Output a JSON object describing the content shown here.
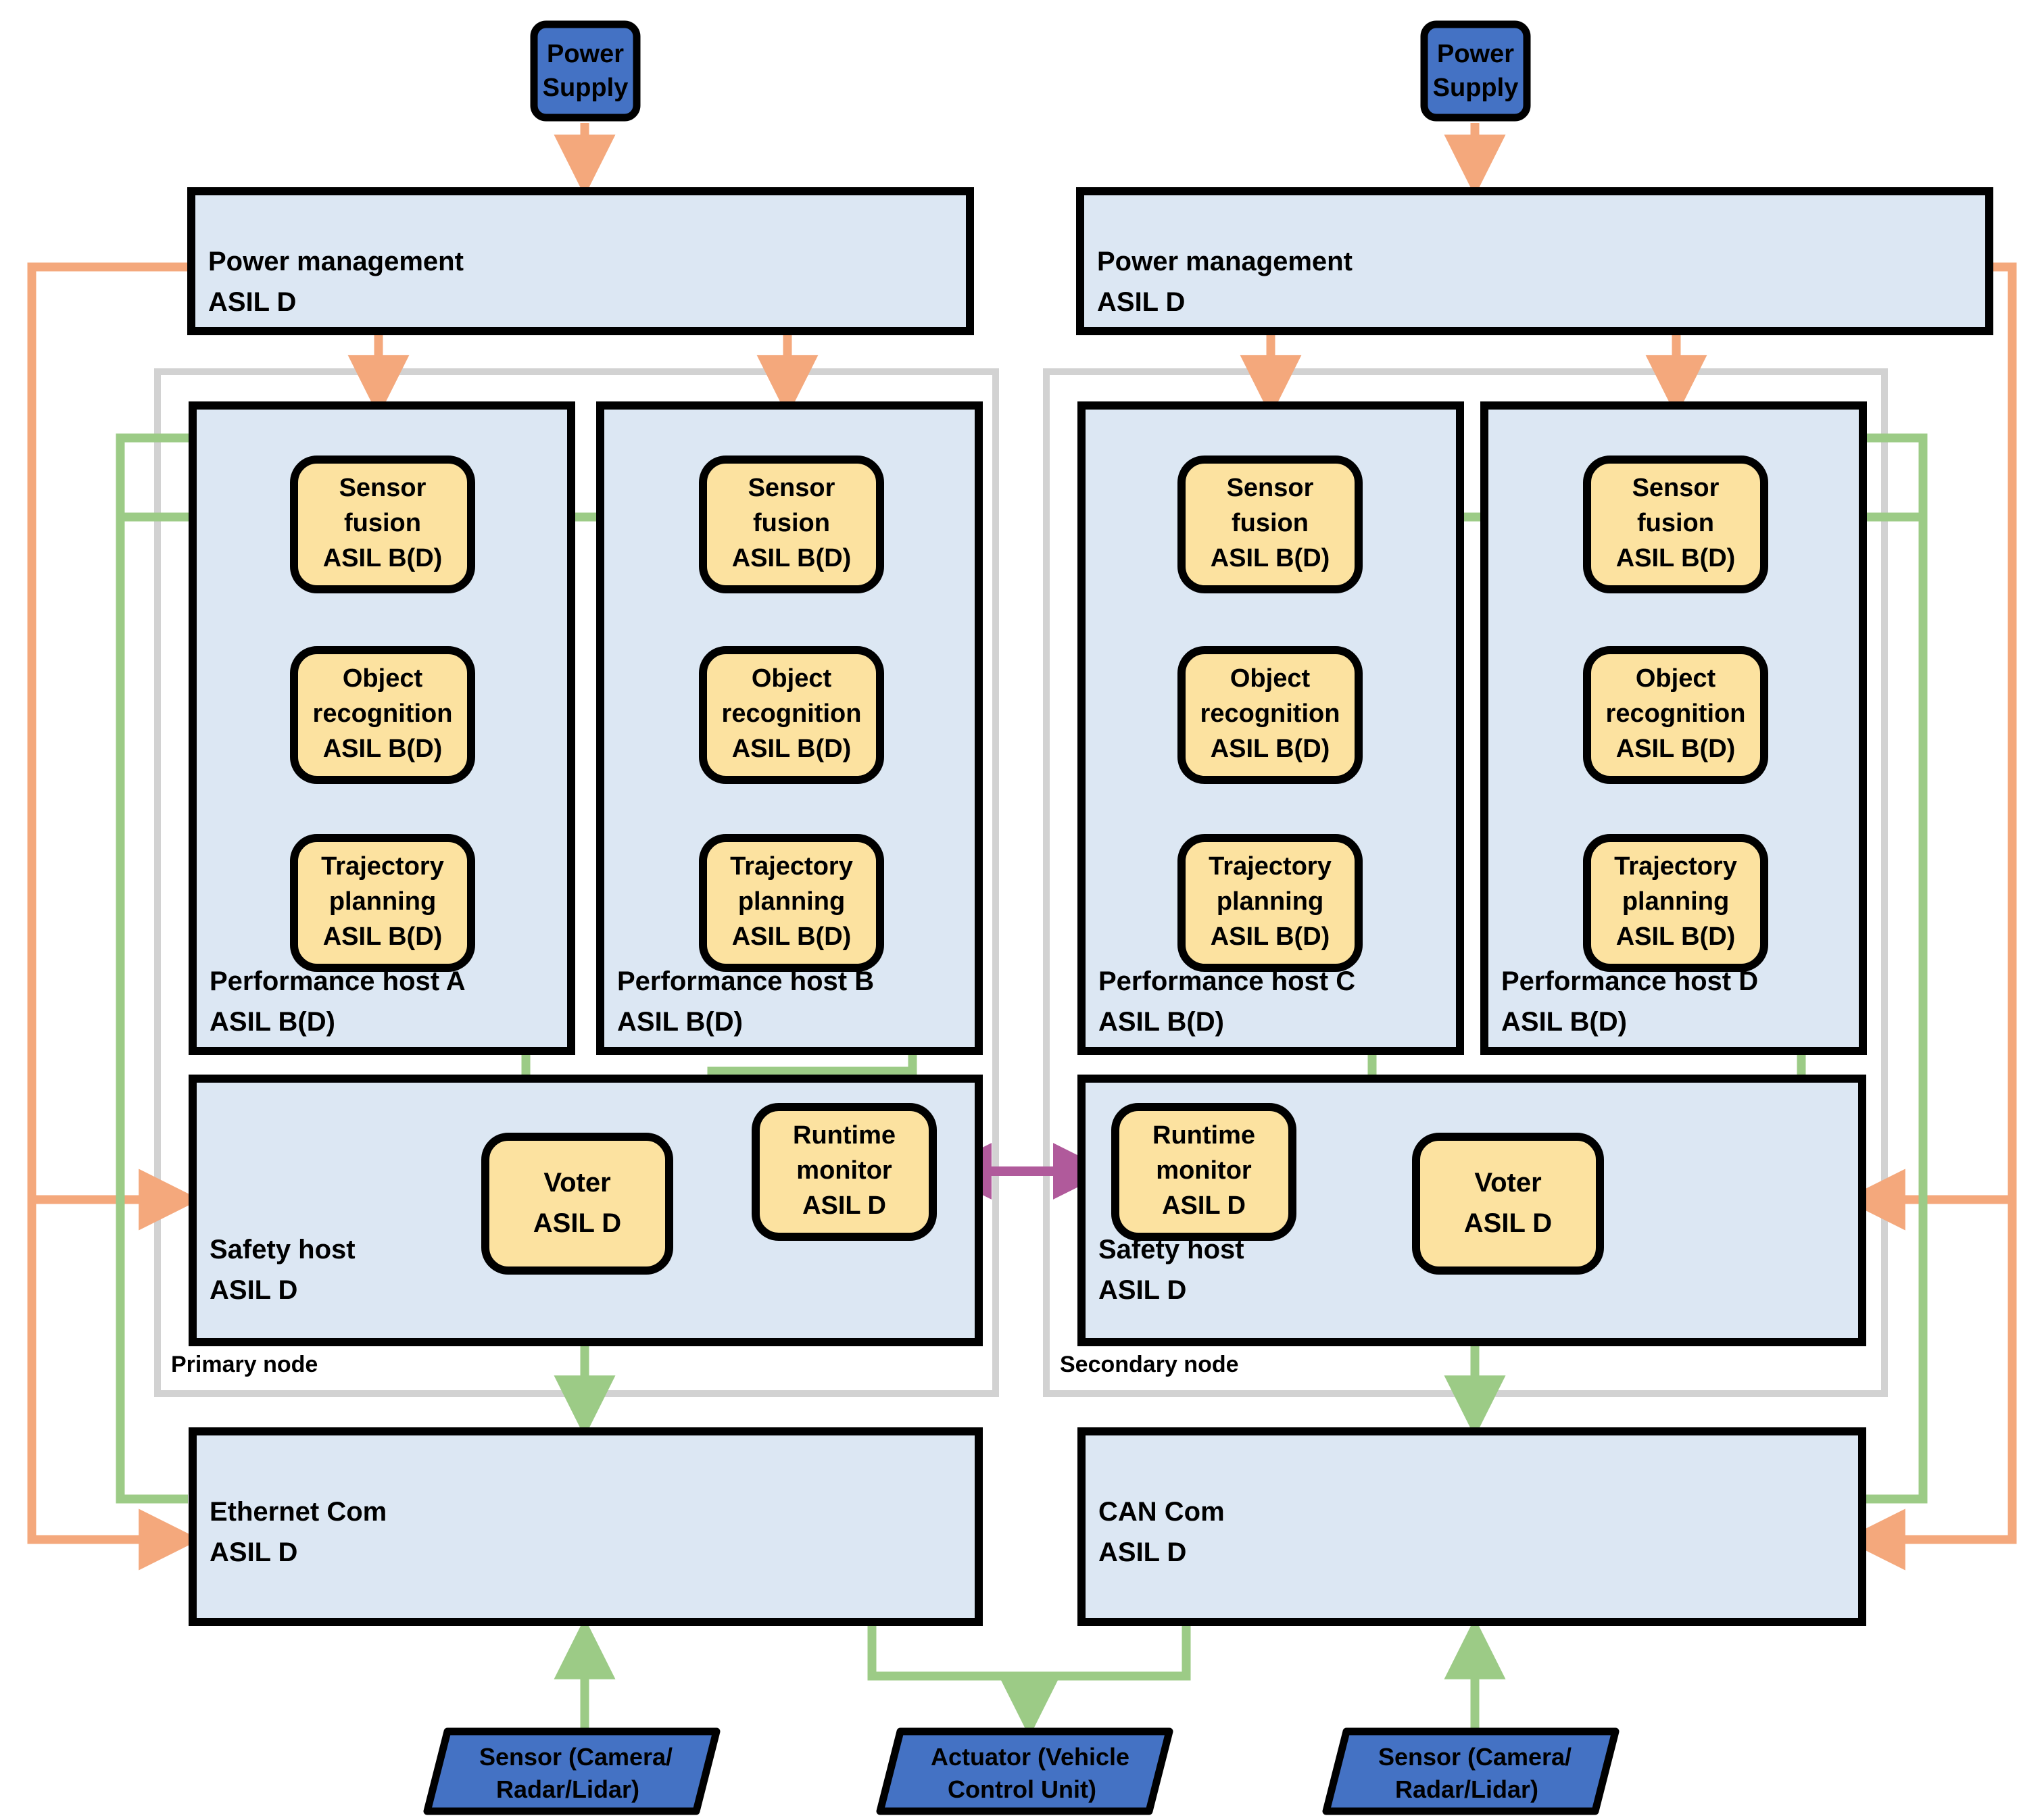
{
  "diagram": {
    "title": "Redundant dual-node automated driving E/E architecture with ASIL decomposition",
    "colors": {
      "box_fill": "#DCE7F3",
      "box_stroke": "#000000",
      "task_fill": "#FCE2A0",
      "task_stroke": "#000000",
      "external_fill": "#4472C4",
      "external_stroke": "#000000",
      "node_container_stroke": "#D0D0D0",
      "power_arrow": "#F4A87C",
      "data_arrow": "#9CCB86",
      "monitor_arrow": "#B05A9B",
      "background": "#FFFFFF"
    },
    "power_supplies": [
      {
        "id": "ps-left",
        "label_line1": "Power",
        "label_line2": "Supply"
      },
      {
        "id": "ps-right",
        "label_line1": "Power",
        "label_line2": "Supply"
      }
    ],
    "power_management": [
      {
        "id": "pm-left",
        "label_line1": "Power management",
        "label_line2": "ASIL D"
      },
      {
        "id": "pm-right",
        "label_line1": "Power management",
        "label_line2": "ASIL D"
      }
    ],
    "nodes": [
      {
        "id": "primary-node",
        "label": "Primary node"
      },
      {
        "id": "secondary-node",
        "label": "Secondary node"
      }
    ],
    "performance_hosts": [
      {
        "id": "perf-host-a",
        "label_line1": "Performance host A",
        "label_line2": "ASIL B(D)",
        "tasks": [
          {
            "id": "sensor-fusion-a",
            "line1": "Sensor",
            "line2": "fusion",
            "line3": "ASIL B(D)"
          },
          {
            "id": "object-recognition-a",
            "line1": "Object",
            "line2": "recognition",
            "line3": "ASIL B(D)"
          },
          {
            "id": "trajectory-planning-a",
            "line1": "Trajectory",
            "line2": "planning",
            "line3": "ASIL B(D)"
          }
        ]
      },
      {
        "id": "perf-host-b",
        "label_line1": "Performance host B",
        "label_line2": "ASIL B(D)",
        "tasks": [
          {
            "id": "sensor-fusion-b",
            "line1": "Sensor",
            "line2": "fusion",
            "line3": "ASIL B(D)"
          },
          {
            "id": "object-recognition-b",
            "line1": "Object",
            "line2": "recognition",
            "line3": "ASIL B(D)"
          },
          {
            "id": "trajectory-planning-b",
            "line1": "Trajectory",
            "line2": "planning",
            "line3": "ASIL B(D)"
          }
        ]
      },
      {
        "id": "perf-host-c",
        "label_line1": "Performance host C",
        "label_line2": "ASIL B(D)",
        "tasks": [
          {
            "id": "sensor-fusion-c",
            "line1": "Sensor",
            "line2": "fusion",
            "line3": "ASIL B(D)"
          },
          {
            "id": "object-recognition-c",
            "line1": "Object",
            "line2": "recognition",
            "line3": "ASIL B(D)"
          },
          {
            "id": "trajectory-planning-c",
            "line1": "Trajectory",
            "line2": "planning",
            "line3": "ASIL B(D)"
          }
        ]
      },
      {
        "id": "perf-host-d",
        "label_line1": "Performance host D",
        "label_line2": "ASIL B(D)",
        "tasks": [
          {
            "id": "sensor-fusion-d",
            "line1": "Sensor",
            "line2": "fusion",
            "line3": "ASIL B(D)"
          },
          {
            "id": "object-recognition-d",
            "line1": "Object",
            "line2": "recognition",
            "line3": "ASIL B(D)"
          },
          {
            "id": "trajectory-planning-d",
            "line1": "Trajectory",
            "line2": "planning",
            "line3": "ASIL B(D)"
          }
        ]
      }
    ],
    "safety_hosts": [
      {
        "id": "safety-host-primary",
        "label_line1": "Safety host",
        "label_line2": "ASIL D",
        "voter": {
          "id": "voter-primary",
          "line1": "Voter",
          "line2": "ASIL D"
        },
        "runtime_monitor": {
          "id": "runtime-monitor-primary",
          "line1": "Runtime",
          "line2": "monitor",
          "line3": "ASIL D"
        }
      },
      {
        "id": "safety-host-secondary",
        "label_line1": "Safety host",
        "label_line2": "ASIL D",
        "voter": {
          "id": "voter-secondary",
          "line1": "Voter",
          "line2": "ASIL D"
        },
        "runtime_monitor": {
          "id": "runtime-monitor-secondary",
          "line1": "Runtime",
          "line2": "monitor",
          "line3": "ASIL D"
        }
      }
    ],
    "communication": [
      {
        "id": "ethernet-com",
        "label_line1": "Ethernet Com",
        "label_line2": "ASIL D"
      },
      {
        "id": "can-com",
        "label_line1": "CAN Com",
        "label_line2": "ASIL D"
      }
    ],
    "external_devices": [
      {
        "id": "sensor-left",
        "line1": "Sensor (Camera/",
        "line2": "Radar/Lidar)"
      },
      {
        "id": "actuator",
        "line1": "Actuator (Vehicle",
        "line2": "Control Unit)"
      },
      {
        "id": "sensor-right",
        "line1": "Sensor (Camera/",
        "line2": "Radar/Lidar)"
      }
    ]
  }
}
